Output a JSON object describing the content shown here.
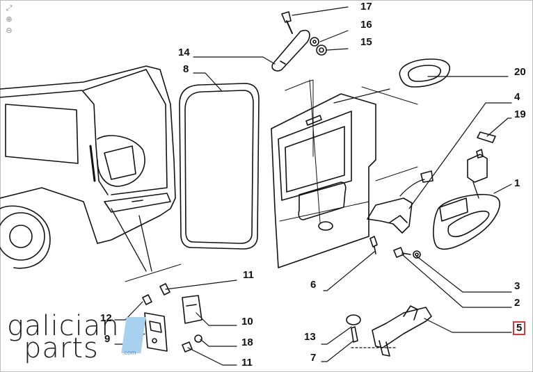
{
  "toolbar": {
    "icons": [
      "fit-icon",
      "zoom-in-icon",
      "zoom-out-icon"
    ],
    "glyphs": {
      "fit": "⤢",
      "zoom_in": "⊕",
      "zoom_out": "⊖"
    }
  },
  "callouts": {
    "c1": "1",
    "c2": "2",
    "c3": "3",
    "c4": "4",
    "c5": "5",
    "c6": "6",
    "c7": "7",
    "c9": "9",
    "c10": "10",
    "c11a": "11",
    "c11b": "11",
    "c12": "12",
    "c13": "13",
    "c14": "14",
    "c15": "15",
    "c16": "16",
    "c17": "17",
    "c18": "18",
    "c19": "19",
    "c20": "20",
    "c8": "8"
  },
  "highlight": {
    "callout": "5",
    "color": "#d23a3a"
  },
  "logo": {
    "line1": "galician",
    "line2": "parts",
    "domain": ".com",
    "accent": "#a8d0ef"
  }
}
